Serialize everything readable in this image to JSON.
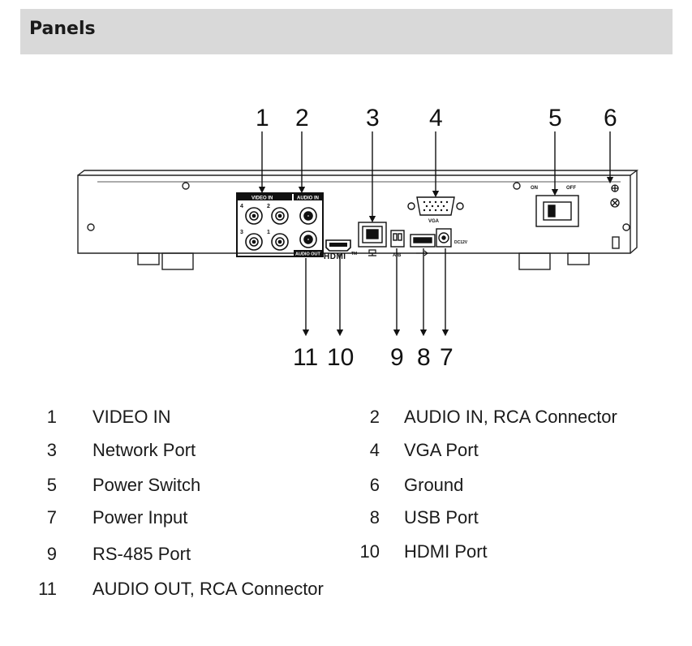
{
  "header": {
    "title": "Panels"
  },
  "panel": {
    "callouts_top": [
      "1",
      "2",
      "3",
      "4",
      "5",
      "6"
    ],
    "callouts_bottom": [
      "11",
      "10",
      "9",
      "8",
      "7"
    ],
    "labels": {
      "video_in": "VIDEO IN",
      "audio_in": "AUDIO IN",
      "audio_out": "AUDIO OUT",
      "vga": "VGA",
      "hdmi": "HDMI",
      "hdmi_tm": "TM",
      "ab": "A/B",
      "dc": "DC12V",
      "on": "ON",
      "off": "OFF",
      "ch1": "1",
      "ch2": "2",
      "ch3": "3",
      "ch4": "4"
    }
  },
  "legend": [
    {
      "num": "1",
      "text": "VIDEO IN"
    },
    {
      "num": "2",
      "text": "AUDIO IN, RCA Connector"
    },
    {
      "num": "3",
      "text": "Network Port"
    },
    {
      "num": "4",
      "text": "VGA Port"
    },
    {
      "num": "5",
      "text": "Power Switch"
    },
    {
      "num": "6",
      "text": "Ground"
    },
    {
      "num": "7",
      "text": "Power Input"
    },
    {
      "num": "8",
      "text": "USB Port"
    },
    {
      "num": "9",
      "text": "RS-485 Port"
    },
    {
      "num": "10",
      "text": "HDMI Port"
    },
    {
      "num": "11",
      "text": "AUDIO OUT, RCA Connector"
    }
  ]
}
